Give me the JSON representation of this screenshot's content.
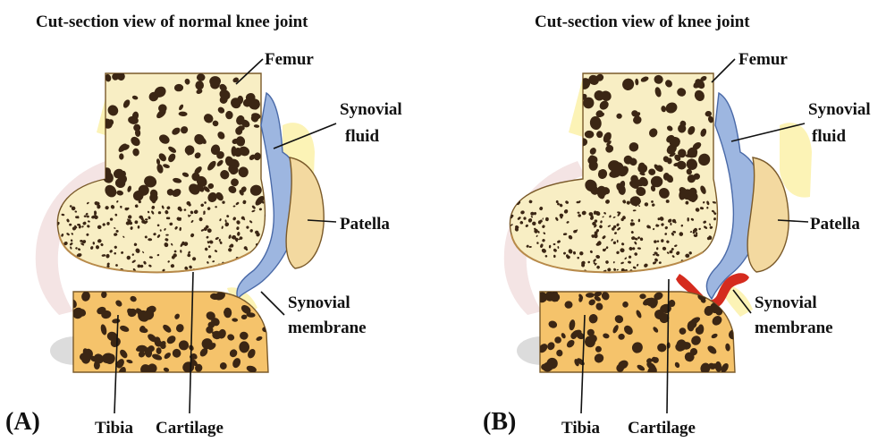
{
  "colors": {
    "bone_fill": "#f8eec4",
    "tibia_fill": "#f5c36b",
    "spot": "#3b2614",
    "pad": "#fcf3b6",
    "ligament": "#f4e4e4",
    "shadow": "#dcdcdc",
    "synovial_fluid": "#9db6e0",
    "inflamed_membrane": "#d52b1e",
    "patella_fill": "#f3d9a0"
  },
  "panel_a": {
    "title": "Cut-section view of normal knee joint",
    "letter": "(A)",
    "labels": {
      "femur": "Femur",
      "synovial_fluid_1": "Synovial",
      "synovial_fluid_2": "fluid",
      "patella": "Patella",
      "synovial_membrane_1": "Synovial",
      "synovial_membrane_2": "membrane",
      "tibia": "Tibia",
      "cartilage": "Cartilage"
    }
  },
  "panel_b": {
    "title": "Cut-section view of knee joint",
    "letter": "(B)",
    "labels": {
      "femur": "Femur",
      "synovial_fluid_1": "Synovial",
      "synovial_fluid_2": "fluid",
      "patella": "Patella",
      "synovial_membrane_1": "Synovial",
      "synovial_membrane_2": "membrane",
      "tibia": "Tibia",
      "cartilage": "Cartilage"
    }
  }
}
